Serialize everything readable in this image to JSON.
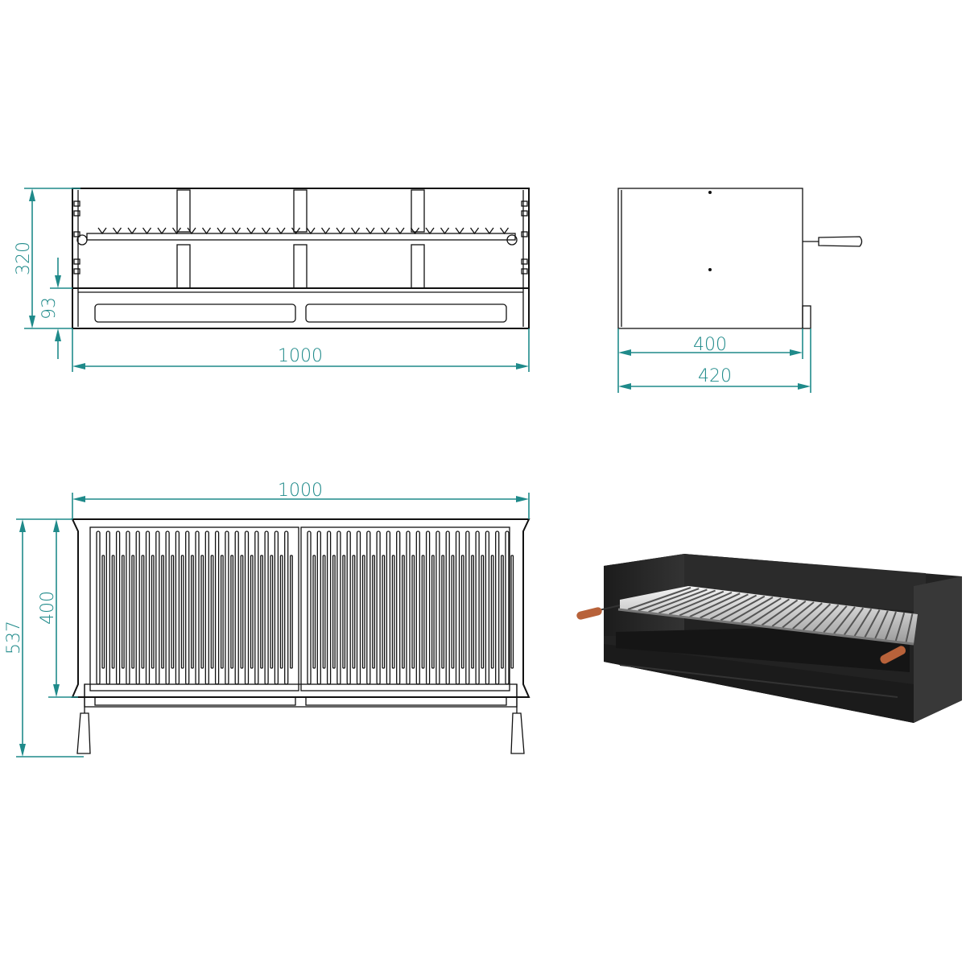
{
  "colors": {
    "dimension": "#1f8a8a",
    "line": "#111111",
    "body": "#262626",
    "handle": "#b8623a",
    "grill": "#d9d9d9"
  },
  "front_view": {
    "height_label": "320",
    "drawer_height_label": "93",
    "width_label": "1000"
  },
  "side_view": {
    "depth_inner_label": "400",
    "depth_outer_label": "420"
  },
  "top_view": {
    "width_label": "1000",
    "total_depth_label": "537",
    "depth_label": "400"
  },
  "render_view": {
    "icon": "barbecue-product-render"
  }
}
